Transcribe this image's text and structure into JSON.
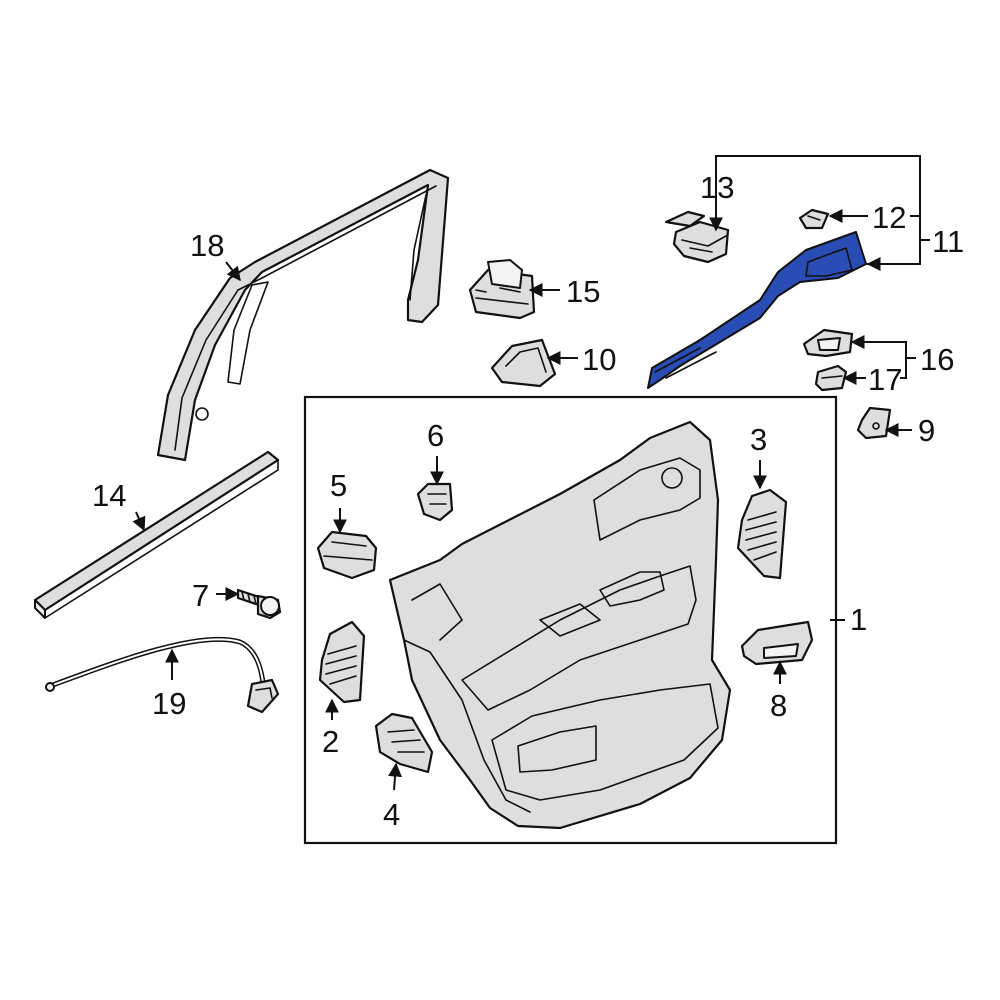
{
  "diagram": {
    "highlight_color": "#2a4db5",
    "callouts": [
      {
        "id": "1",
        "label": "1"
      },
      {
        "id": "2",
        "label": "2"
      },
      {
        "id": "3",
        "label": "3"
      },
      {
        "id": "4",
        "label": "4"
      },
      {
        "id": "5",
        "label": "5"
      },
      {
        "id": "6",
        "label": "6"
      },
      {
        "id": "7",
        "label": "7"
      },
      {
        "id": "8",
        "label": "8"
      },
      {
        "id": "9",
        "label": "9"
      },
      {
        "id": "10",
        "label": "10"
      },
      {
        "id": "11",
        "label": "11"
      },
      {
        "id": "12",
        "label": "12"
      },
      {
        "id": "13",
        "label": "13"
      },
      {
        "id": "14",
        "label": "14"
      },
      {
        "id": "15",
        "label": "15"
      },
      {
        "id": "16",
        "label": "16"
      },
      {
        "id": "17",
        "label": "17"
      },
      {
        "id": "18",
        "label": "18"
      },
      {
        "id": "19",
        "label": "19"
      }
    ],
    "highlighted_part": "11"
  }
}
